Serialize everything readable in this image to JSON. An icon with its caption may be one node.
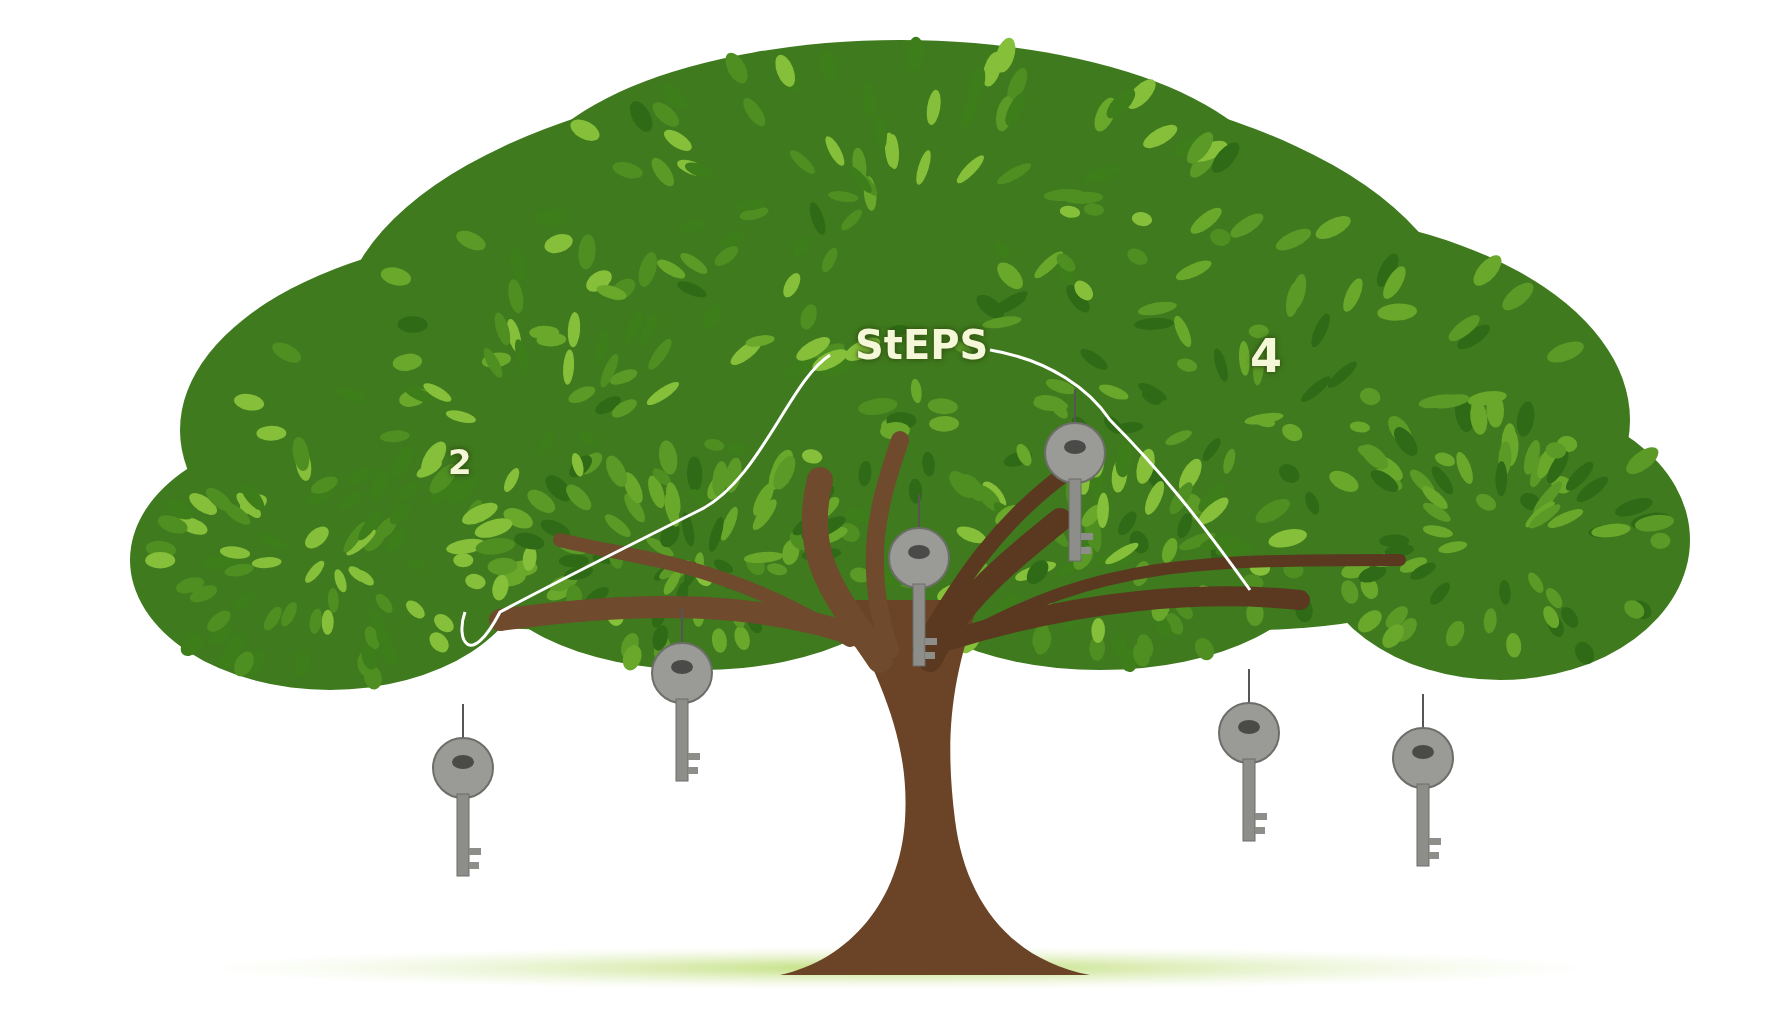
{
  "diagram": {
    "labels": [
      "StEPS",
      "2",
      "4"
    ]
  }
}
